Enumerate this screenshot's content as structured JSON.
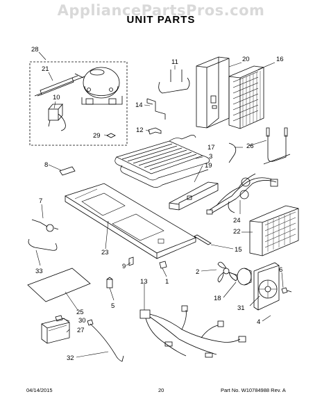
{
  "header": {
    "watermark": "AppliancePartsPros.com",
    "title": "UNIT PARTS"
  },
  "callouts": [
    "1",
    "2",
    "3",
    "4",
    "5",
    "6",
    "7",
    "8",
    "9",
    "10",
    "11",
    "12",
    "13",
    "14",
    "15",
    "16",
    "17",
    "18",
    "19",
    "20",
    "21",
    "22",
    "23",
    "24",
    "25",
    "26",
    "27",
    "28",
    "29",
    "30",
    "31",
    "32",
    "33"
  ],
  "footer": {
    "date": "04/14/2015",
    "page": "20",
    "part_label": "Part No.",
    "part_number": "W10784988",
    "rev_label": "Rev.",
    "rev": "A"
  }
}
